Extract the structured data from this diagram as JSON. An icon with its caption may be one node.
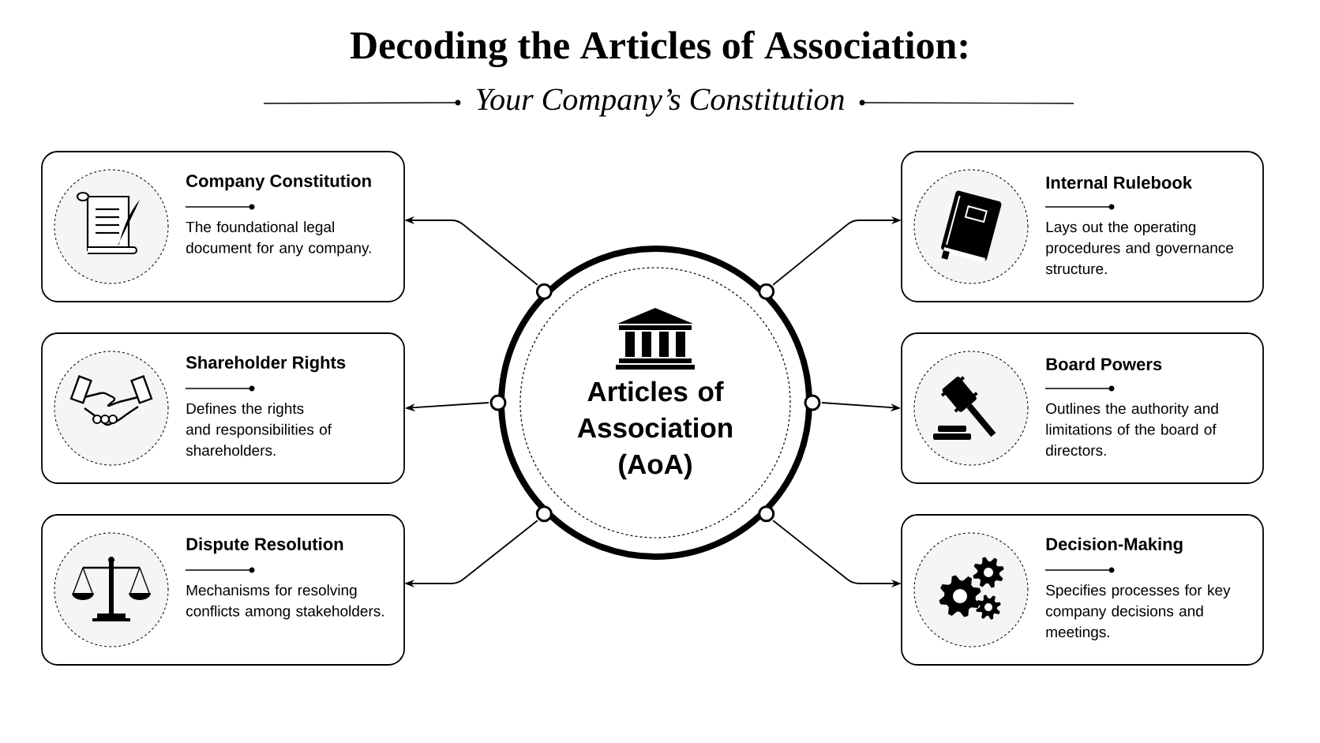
{
  "diagram": {
    "title": "Decoding the Articles of Association:",
    "nodes": [
      {
        "text": [
          "Articles of Association (AoA)"
        ]
      },
      {
        "text": [
          "Company Constitution",
          "The foundational legal document for any company."
        ]
      },
      {
        "text": [
          "Shareholder Rights",
          "Defines the rights and responsibilities of shareholders."
        ]
      },
      {
        "text": [
          "Dispute Resolution",
          "Mechanisms for resolving conflicts among stakeholders."
        ]
      },
      {
        "text": [
          "Internal Rulebook",
          "Lays out the operating procedures and governance structure."
        ]
      },
      {
        "text": [
          "Board Powers",
          "Outlines the authority and limitations of the board of directors."
        ]
      },
      {
        "text": [
          "Decision-Making",
          "Specifies processes for key company decisions and meetings."
        ]
      }
    ],
    "edges": [
      {
        "from": 0,
        "to": 1,
        "arrow": "to"
      },
      {
        "from": 0,
        "to": 2,
        "arrow": "to"
      },
      {
        "from": 0,
        "to": 3,
        "arrow": "to"
      },
      {
        "from": 0,
        "to": 4,
        "arrow": "to"
      },
      {
        "from": 0,
        "to": 5,
        "arrow": "to"
      },
      {
        "from": 0,
        "to": 6,
        "arrow": "to"
      }
    ],
    "labels": [
      "Your Company’s Constitution"
    ]
  }
}
